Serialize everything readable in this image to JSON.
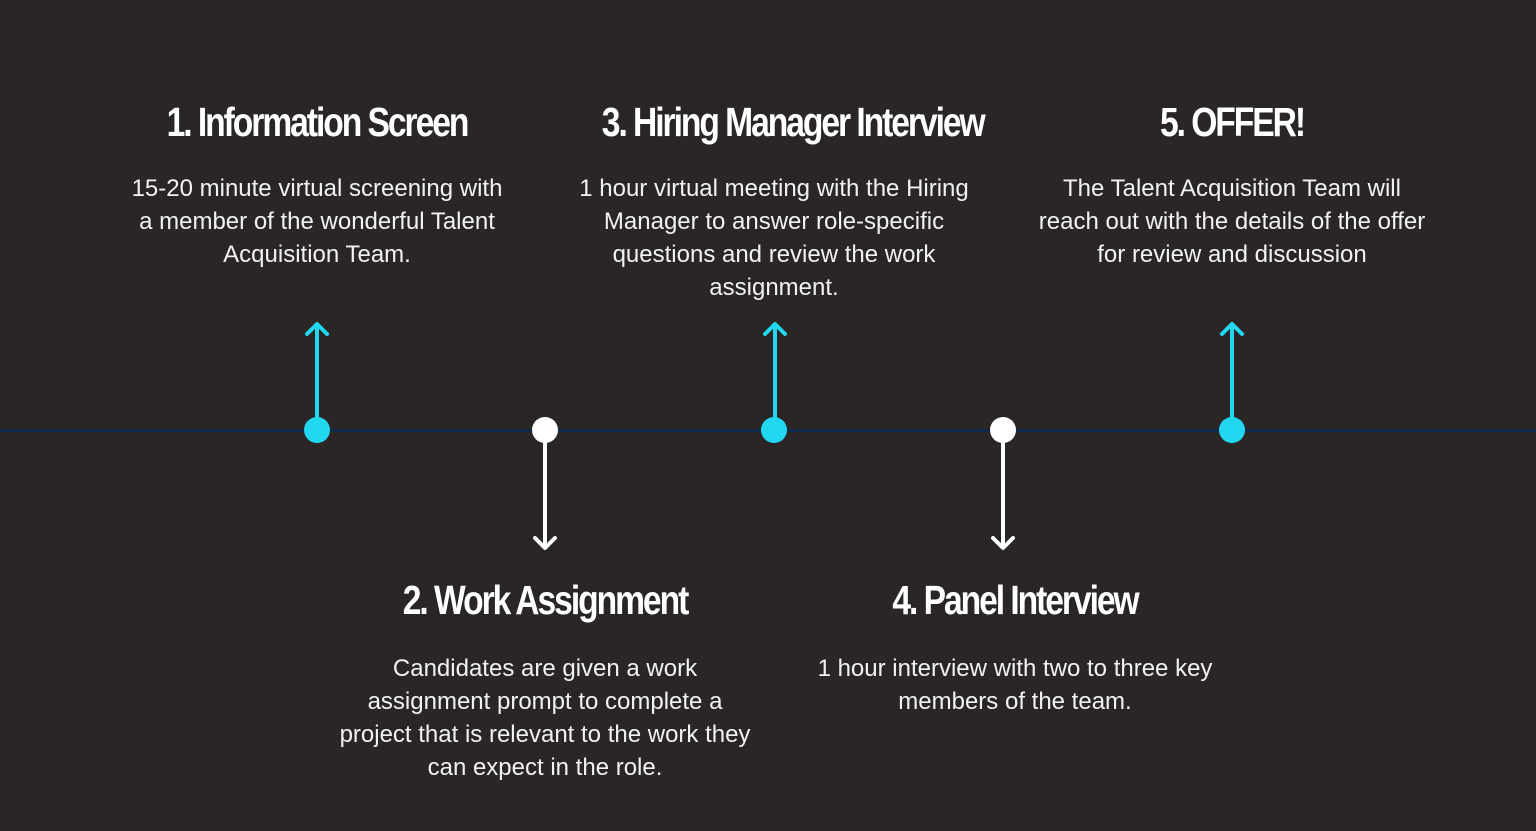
{
  "colors": {
    "background": "#2a2626",
    "timeline": "#112a4a",
    "accent_up": "#22d8f0",
    "accent_down": "#ffffff",
    "text": "#ffffff"
  },
  "steps": [
    {
      "title": "1. Information Screen",
      "description": "15-20 minute virtual screening with a member of the wonderful Talent Acquisition Team.",
      "direction": "up"
    },
    {
      "title": "2. Work Assignment",
      "description": "Candidates are given a work assignment prompt to complete a project that is relevant to the work they can expect in the role.",
      "direction": "down"
    },
    {
      "title": "3. Hiring Manager Interview",
      "description": "1 hour virtual meeting with the Hiring Manager to answer role-specific questions and review the work assignment.",
      "direction": "up"
    },
    {
      "title": "4. Panel Interview",
      "description": "1 hour interview with two to three key members of the team.",
      "direction": "down"
    },
    {
      "title": "5. OFFER!",
      "description": "The Talent Acquisition Team will reach out with the details of the offer for review and discussion",
      "direction": "up"
    }
  ]
}
